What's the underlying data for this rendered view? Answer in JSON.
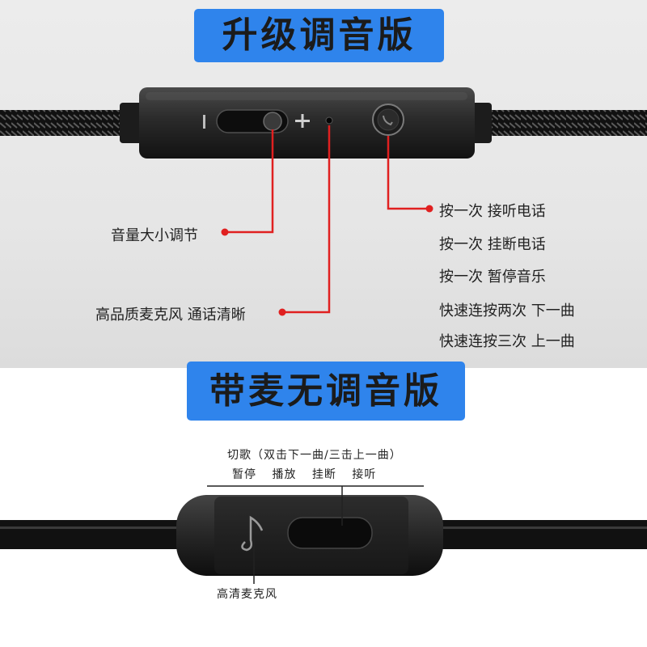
{
  "top": {
    "title": "升级调音版",
    "volume_label": "音量大小调节",
    "mic_label": "高品质麦克风 通话清晰",
    "button_functions": [
      "按一次 接听电话",
      "按一次 挂断电话",
      "按一次 暂停音乐",
      "快速连按两次 下一曲",
      "快速连按三次 上一曲"
    ],
    "remote_minus": "−",
    "remote_plus": "+"
  },
  "bottom": {
    "title": "带麦无调音版",
    "button_caption_line1": "切歌（双击下一曲/三击上一曲）",
    "button_caption_line2": "暂停  播放  挂断  接听",
    "mic_label": "高清麦克风"
  },
  "colors": {
    "banner": "#2f84ec",
    "pointer_line": "#e02020",
    "cable": "#1a1a1a",
    "remote_body": "#262626"
  }
}
